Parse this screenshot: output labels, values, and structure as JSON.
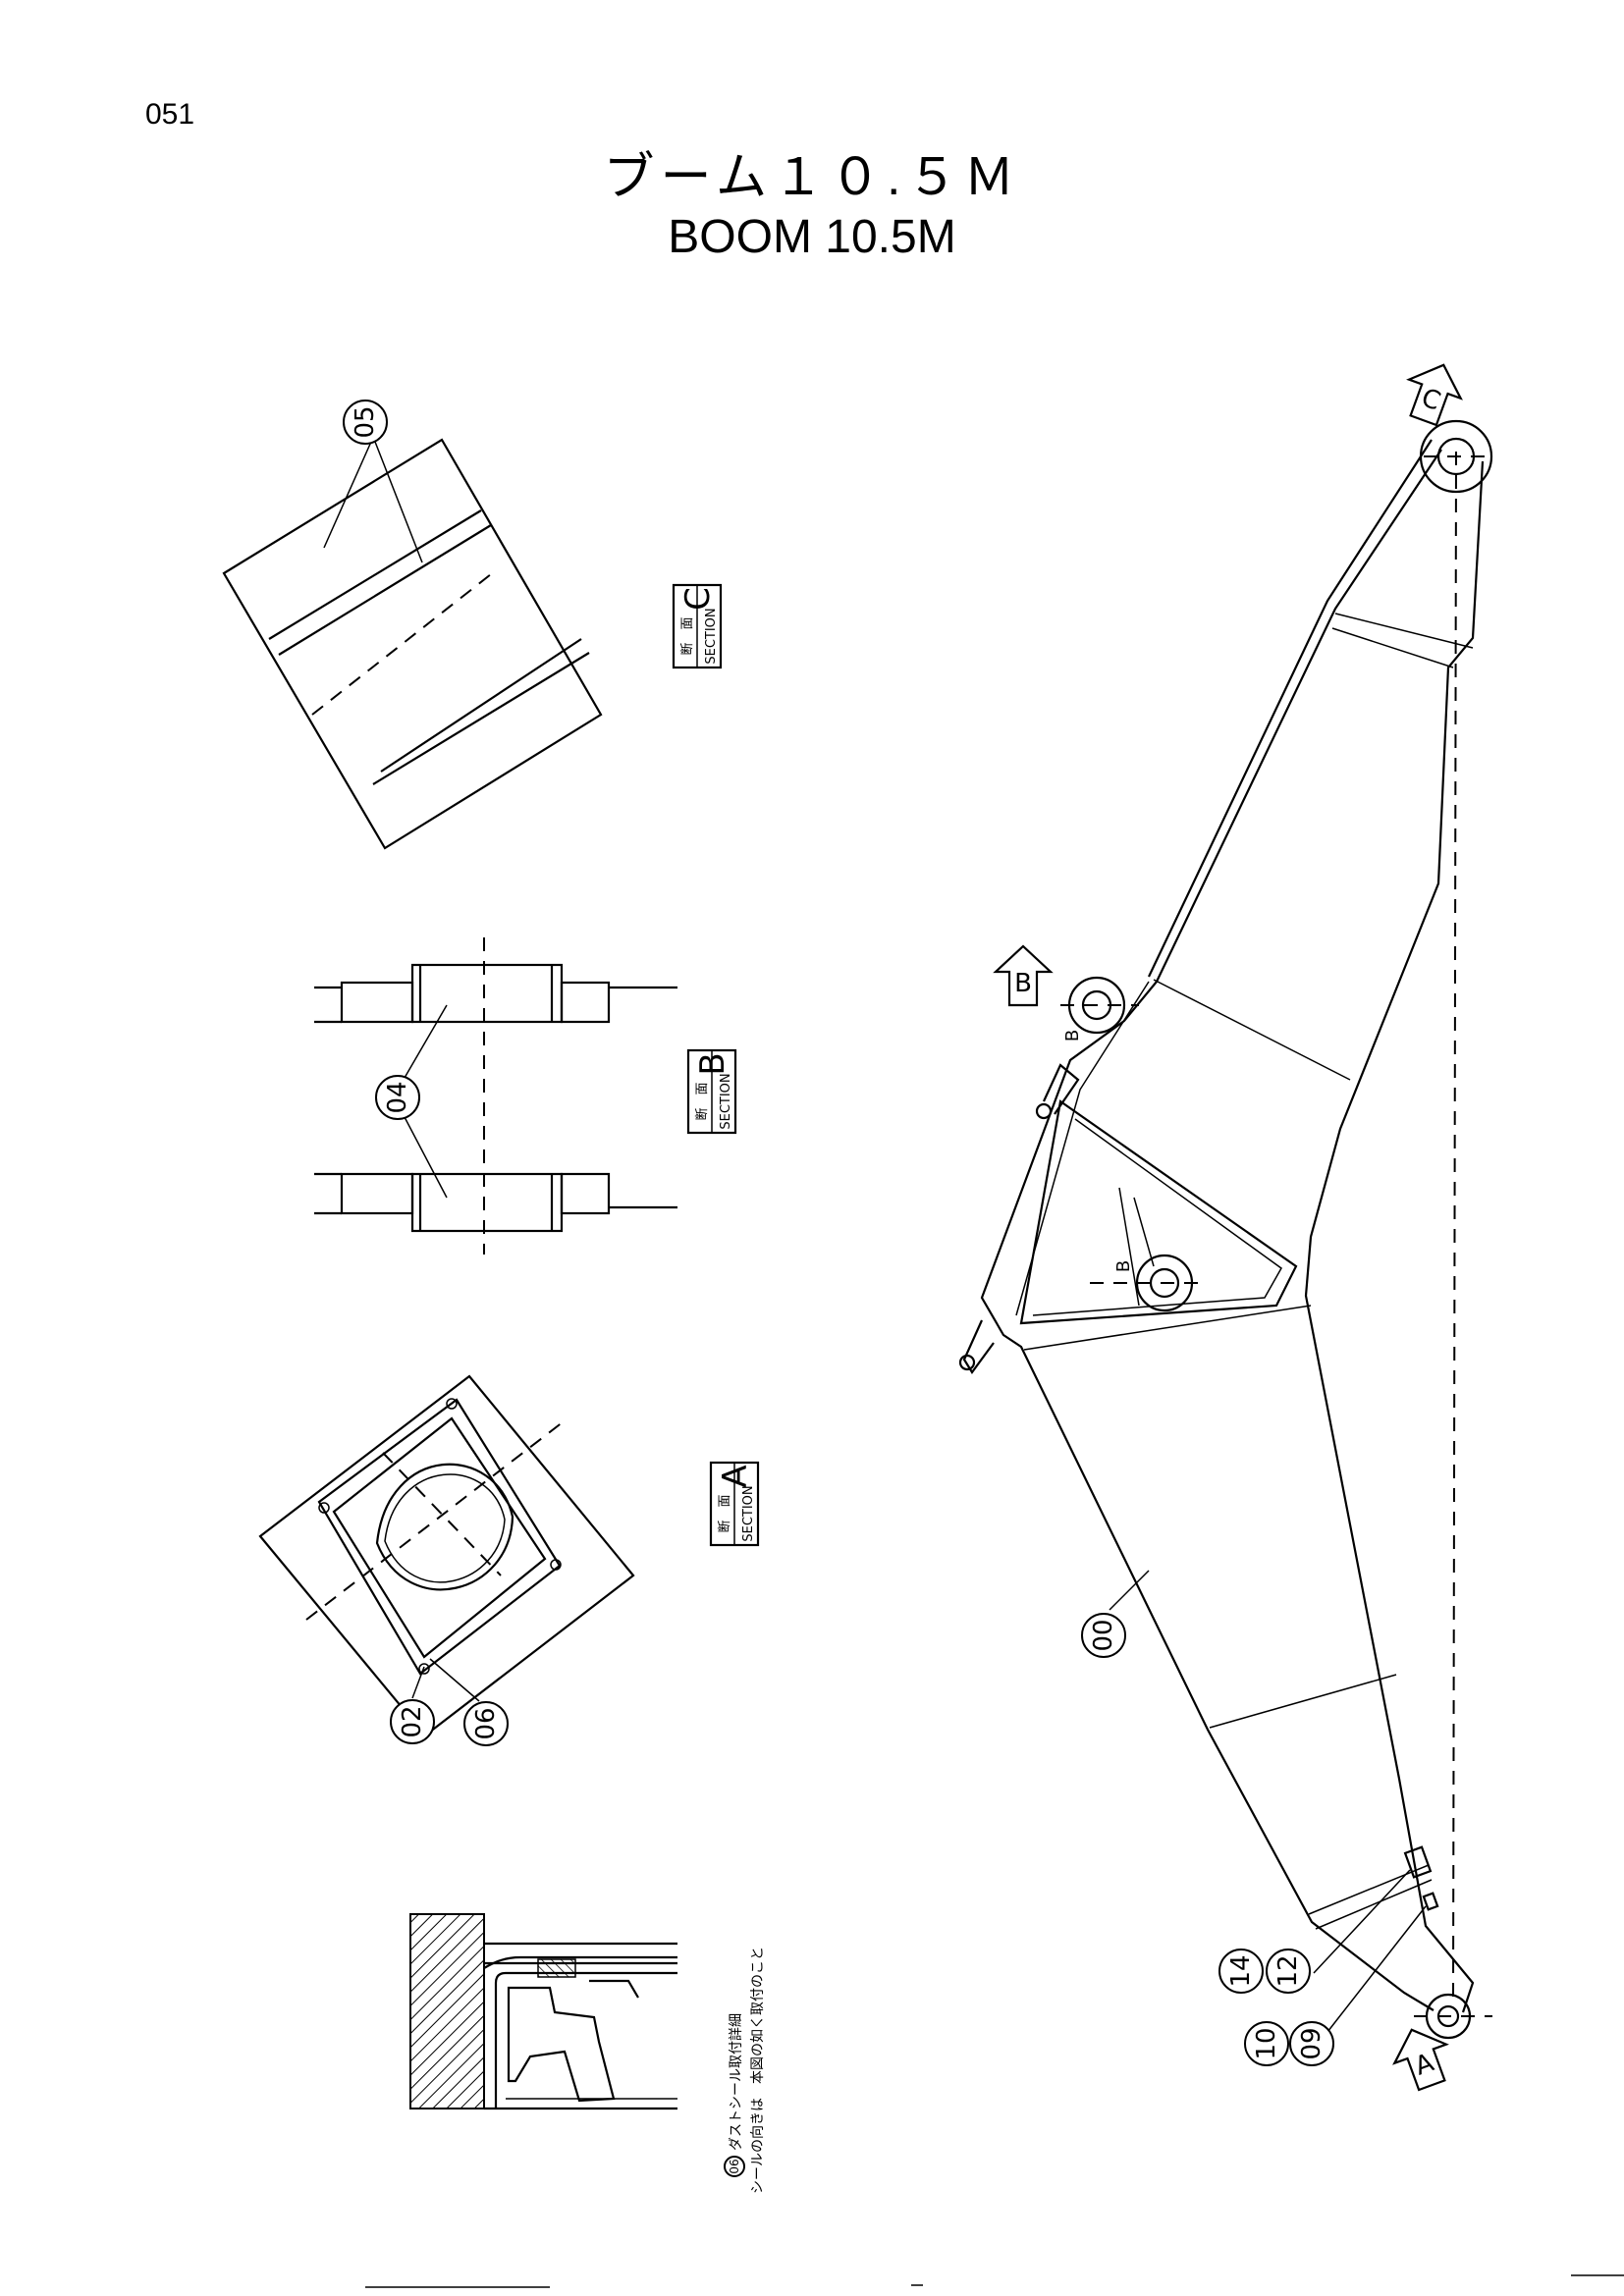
{
  "page_number": "051",
  "title": {
    "ja": "ブーム１０.５Ｍ",
    "en": "BOOM 10.5M"
  },
  "sections": [
    {
      "id": "section-c",
      "ja": "断　面",
      "en": "SECTION",
      "letter": "C"
    },
    {
      "id": "section-b",
      "ja": "断　面",
      "en": "SECTION",
      "letter": "B"
    },
    {
      "id": "section-a",
      "ja": "断　面",
      "en": "SECTION",
      "letter": "A"
    }
  ],
  "view_markers": {
    "a": "A",
    "b": "B",
    "c": "C"
  },
  "part_callouts": {
    "p00": "00",
    "p02": "02",
    "p04": "04",
    "p05": "05",
    "p06": "06",
    "p09": "09",
    "p10": "10",
    "p12": "12",
    "p14": "14"
  },
  "detail_note": {
    "ref": "06",
    "line1": "ダストシール取付詳細",
    "line2": "シールの向きは　本図の如く取付のこと"
  }
}
